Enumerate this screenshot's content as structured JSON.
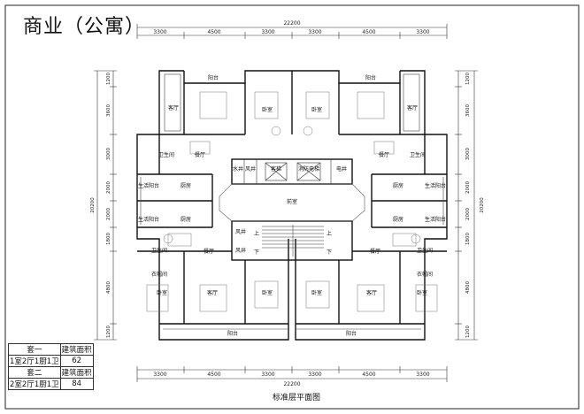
{
  "title": "商业（公寓）",
  "caption": "标准层平面图",
  "dimensions": {
    "top_total": "22200",
    "bottom_total": "22200",
    "top_segments": [
      "3300",
      "4500",
      "3300",
      "3300",
      "4500",
      "3300"
    ],
    "bottom_segments": [
      "3300",
      "4500",
      "3300",
      "3300",
      "4500",
      "3300"
    ],
    "left_total": "20200",
    "right_total": "20200",
    "left_segments": [
      "1200",
      "3600",
      "3000",
      "2000",
      "2000",
      "1800",
      "4800",
      "1200"
    ],
    "right_segments": [
      "1200",
      "3600",
      "3000",
      "2000",
      "2000",
      "1800",
      "4800",
      "1200"
    ]
  },
  "rooms": {
    "balcony": "阳台",
    "living": "客厅",
    "bedroom": "卧室",
    "dining": "餐厅",
    "bathroom": "卫生间",
    "kitchen": "厨房",
    "service_balcony": "生活阳台",
    "water_shaft": "水井",
    "air_shaft": "风井",
    "elevator": "客梯",
    "fire_elevator": "消防电梯",
    "elec_shaft": "电井",
    "lobby": "前室",
    "cloakroom": "衣帽间",
    "stair_up": "上",
    "stair_down": "下"
  },
  "area_table": {
    "rows": [
      {
        "type": "套一",
        "header": "建筑面积",
        "layout": "1室2厅1厨1卫",
        "area": "62"
      },
      {
        "type": "套二",
        "header": "建筑面积",
        "layout": "2室2厅1厨1卫",
        "area": "84"
      }
    ]
  }
}
